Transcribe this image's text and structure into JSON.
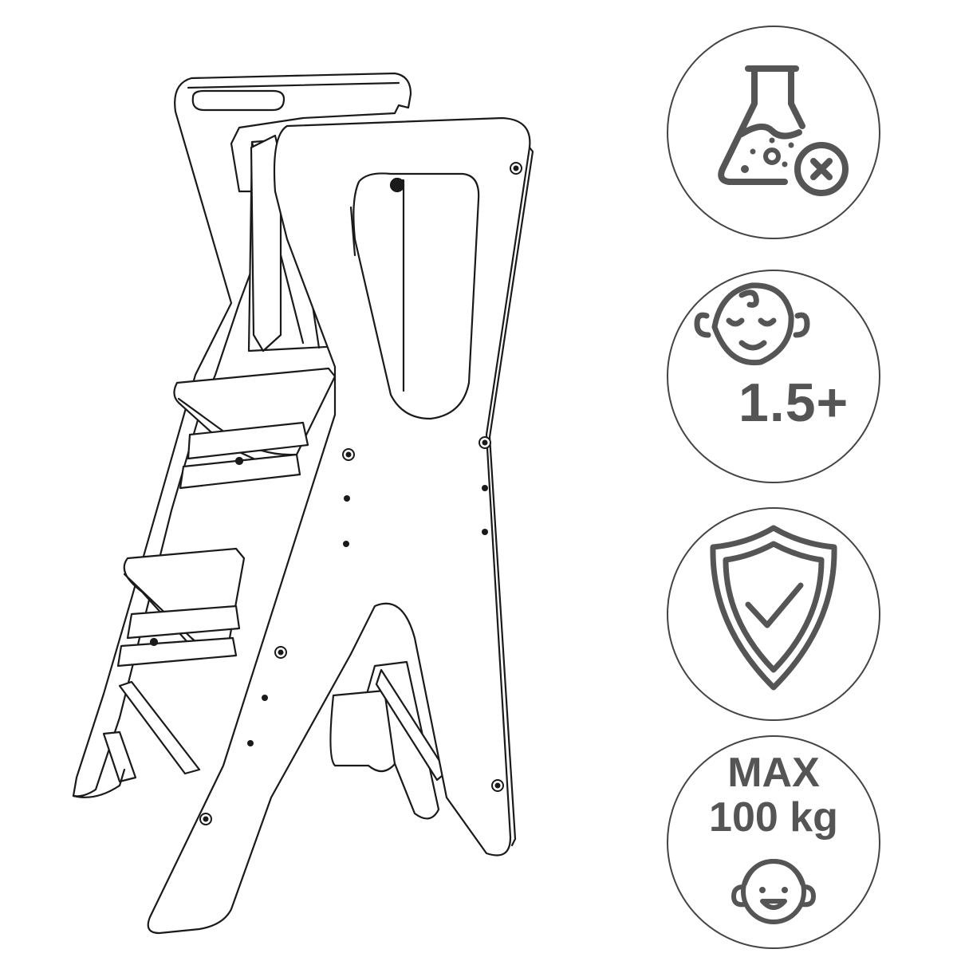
{
  "product": {
    "icon": "learning-tower-line-drawing"
  },
  "features": {
    "toxin_free": {
      "icon": "flask-crossed-icon"
    },
    "age": {
      "icon": "baby-face-icon",
      "label": "1.5+"
    },
    "safety": {
      "icon": "shield-check-icon"
    },
    "max_load": {
      "icon": "child-face-icon",
      "line1": "MAX",
      "line2": "100 kg"
    }
  },
  "colors": {
    "icon_gray": "#555555",
    "circle_border": "#444444",
    "line_art": "#1a1a1a"
  }
}
